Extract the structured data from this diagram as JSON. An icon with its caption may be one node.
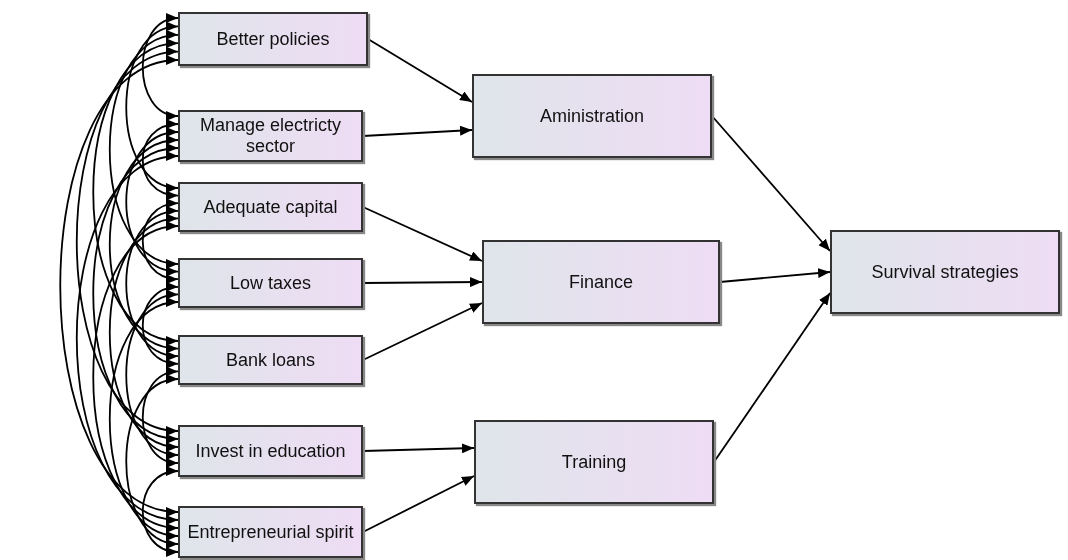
{
  "diagram": {
    "nodes": [
      {
        "text": [
          "Better policies"
        ]
      },
      {
        "text": [
          "Manage electricty sector"
        ]
      },
      {
        "text": [
          "Adequate capital"
        ]
      },
      {
        "text": [
          "Low taxes"
        ]
      },
      {
        "text": [
          "Bank loans"
        ]
      },
      {
        "text": [
          "Invest in education"
        ]
      },
      {
        "text": [
          "Entrepreneurial spirit"
        ]
      },
      {
        "text": [
          "Aministration"
        ]
      },
      {
        "text": [
          "Finance"
        ]
      },
      {
        "text": [
          "Training"
        ]
      },
      {
        "text": [
          "Survival strategies"
        ]
      }
    ],
    "edges": [
      {
        "from": 0,
        "to": 7,
        "arrow": "to"
      },
      {
        "from": 1,
        "to": 7,
        "arrow": "to"
      },
      {
        "from": 2,
        "to": 8,
        "arrow": "to"
      },
      {
        "from": 3,
        "to": 8,
        "arrow": "to"
      },
      {
        "from": 4,
        "to": 8,
        "arrow": "to"
      },
      {
        "from": 5,
        "to": 9,
        "arrow": "to"
      },
      {
        "from": 6,
        "to": 9,
        "arrow": "to"
      },
      {
        "from": 7,
        "to": 10,
        "arrow": "to"
      },
      {
        "from": 8,
        "to": 10,
        "arrow": "to"
      },
      {
        "from": 9,
        "to": 10,
        "arrow": "to"
      },
      {
        "from": 0,
        "to": 1,
        "arrow": "both"
      },
      {
        "from": 0,
        "to": 2,
        "arrow": "both"
      },
      {
        "from": 0,
        "to": 3,
        "arrow": "both"
      },
      {
        "from": 0,
        "to": 4,
        "arrow": "both"
      },
      {
        "from": 0,
        "to": 5,
        "arrow": "both"
      },
      {
        "from": 0,
        "to": 6,
        "arrow": "both"
      },
      {
        "from": 1,
        "to": 2,
        "arrow": "both"
      },
      {
        "from": 1,
        "to": 3,
        "arrow": "both"
      },
      {
        "from": 1,
        "to": 4,
        "arrow": "both"
      },
      {
        "from": 1,
        "to": 5,
        "arrow": "both"
      },
      {
        "from": 1,
        "to": 6,
        "arrow": "both"
      },
      {
        "from": 2,
        "to": 3,
        "arrow": "both"
      },
      {
        "from": 2,
        "to": 4,
        "arrow": "both"
      },
      {
        "from": 2,
        "to": 5,
        "arrow": "both"
      },
      {
        "from": 2,
        "to": 6,
        "arrow": "both"
      },
      {
        "from": 3,
        "to": 4,
        "arrow": "both"
      },
      {
        "from": 3,
        "to": 5,
        "arrow": "both"
      },
      {
        "from": 3,
        "to": 6,
        "arrow": "both"
      },
      {
        "from": 4,
        "to": 5,
        "arrow": "both"
      },
      {
        "from": 4,
        "to": 6,
        "arrow": "both"
      },
      {
        "from": 5,
        "to": 6,
        "arrow": "both"
      }
    ]
  }
}
